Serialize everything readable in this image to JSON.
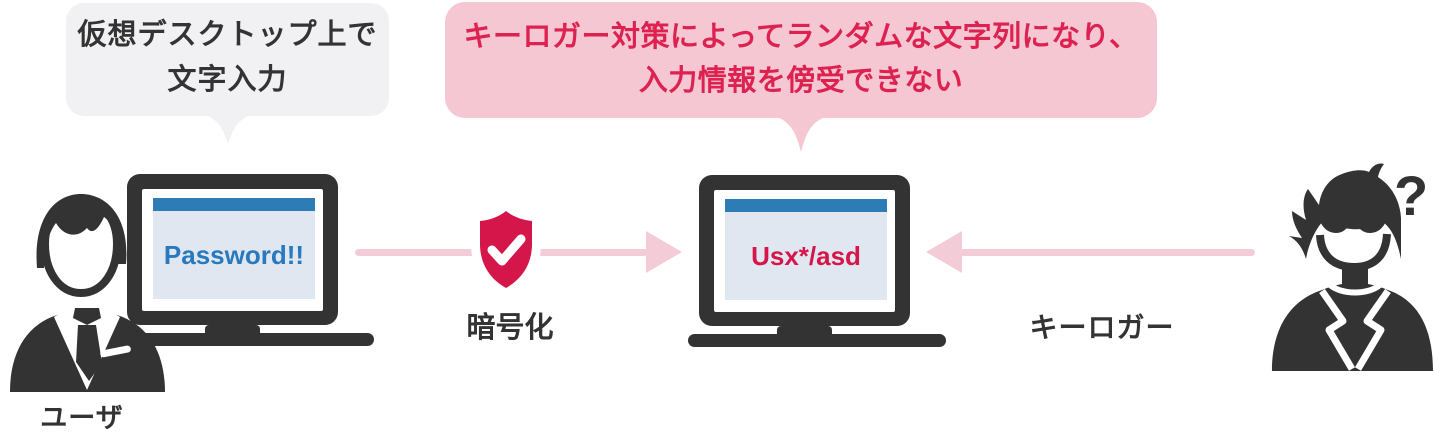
{
  "bubble_virtual_desktop": {
    "line1": "仮想デスクトップ上で",
    "line2": "文字入力"
  },
  "bubble_keylogger": {
    "line1": "キーロガー対策によってランダムな文字列になり、",
    "line2": "入力情報を傍受できない"
  },
  "laptop_user": {
    "window_text": "Password!!"
  },
  "laptop_encrypted": {
    "window_text": "Usx*/asd"
  },
  "labels": {
    "user": "ユーザ",
    "encryption": "暗号化",
    "keylogger": "キーロガー",
    "question": "?"
  },
  "colors": {
    "dark": "#333333",
    "gray_bubble_bg": "#f1f1f3",
    "pink_bubble_bg": "#f5c7d2",
    "red_text": "#dd2150",
    "crimson": "#d4164a",
    "pink_arrow": "#f4ccd7",
    "window_titlebar_blue": "#2e7cb5",
    "window_body": "#e0e7f1",
    "password_blue": "#2879be"
  }
}
